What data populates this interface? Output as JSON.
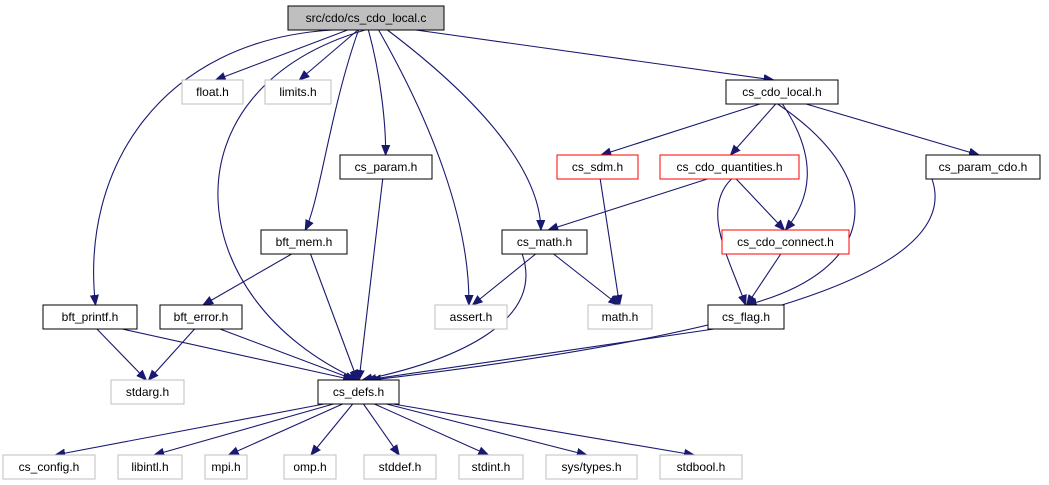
{
  "colors": {
    "edge": "#191970",
    "border_normal": "#000000",
    "border_gray": "#bfbfbf",
    "border_red": "#ff0000",
    "fill_root": "#bfbfbf",
    "fill_normal": "#ffffff"
  },
  "nodes": {
    "root": {
      "label": "src/cdo/cs_cdo_local.c",
      "kind": "root"
    },
    "float_h": {
      "label": "float.h",
      "kind": "gray"
    },
    "limits_h": {
      "label": "limits.h",
      "kind": "gray"
    },
    "cs_cdo_local_h": {
      "label": "cs_cdo_local.h",
      "kind": "normal"
    },
    "cs_param_h": {
      "label": "cs_param.h",
      "kind": "normal"
    },
    "cs_sdm_h": {
      "label": "cs_sdm.h",
      "kind": "red"
    },
    "cs_cdo_quantities_h": {
      "label": "cs_cdo_quantities.h",
      "kind": "red"
    },
    "cs_param_cdo_h": {
      "label": "cs_param_cdo.h",
      "kind": "normal"
    },
    "bft_mem_h": {
      "label": "bft_mem.h",
      "kind": "normal"
    },
    "cs_math_h": {
      "label": "cs_math.h",
      "kind": "normal"
    },
    "cs_cdo_connect_h": {
      "label": "cs_cdo_connect.h",
      "kind": "red"
    },
    "bft_printf_h": {
      "label": "bft_printf.h",
      "kind": "normal"
    },
    "bft_error_h": {
      "label": "bft_error.h",
      "kind": "normal"
    },
    "assert_h": {
      "label": "assert.h",
      "kind": "gray"
    },
    "math_h": {
      "label": "math.h",
      "kind": "gray"
    },
    "cs_flag_h": {
      "label": "cs_flag.h",
      "kind": "normal"
    },
    "stdarg_h": {
      "label": "stdarg.h",
      "kind": "gray"
    },
    "cs_defs_h": {
      "label": "cs_defs.h",
      "kind": "normal"
    },
    "cs_config_h": {
      "label": "cs_config.h",
      "kind": "gray"
    },
    "libintl_h": {
      "label": "libintl.h",
      "kind": "gray"
    },
    "mpi_h": {
      "label": "mpi.h",
      "kind": "gray"
    },
    "omp_h": {
      "label": "omp.h",
      "kind": "gray"
    },
    "stddef_h": {
      "label": "stddef.h",
      "kind": "gray"
    },
    "stdint_h": {
      "label": "stdint.h",
      "kind": "gray"
    },
    "sys_types_h": {
      "label": "sys/types.h",
      "kind": "gray"
    },
    "stdbool_h": {
      "label": "stdbool.h",
      "kind": "gray"
    }
  },
  "edges": [
    [
      "root",
      "float_h"
    ],
    [
      "root",
      "limits_h"
    ],
    [
      "root",
      "cs_cdo_local_h"
    ],
    [
      "root",
      "cs_param_h"
    ],
    [
      "root",
      "bft_mem_h"
    ],
    [
      "root",
      "cs_math_h"
    ],
    [
      "root",
      "assert_h"
    ],
    [
      "root",
      "bft_printf_h"
    ],
    [
      "root",
      "cs_defs_h"
    ],
    [
      "cs_cdo_local_h",
      "cs_sdm_h"
    ],
    [
      "cs_cdo_local_h",
      "cs_cdo_quantities_h"
    ],
    [
      "cs_cdo_local_h",
      "cs_param_cdo_h"
    ],
    [
      "cs_cdo_local_h",
      "cs_cdo_connect_h"
    ],
    [
      "cs_cdo_local_h",
      "cs_flag_h"
    ],
    [
      "cs_sdm_h",
      "math_h"
    ],
    [
      "cs_cdo_quantities_h",
      "cs_math_h"
    ],
    [
      "cs_cdo_quantities_h",
      "cs_cdo_connect_h"
    ],
    [
      "cs_cdo_quantities_h",
      "cs_flag_h"
    ],
    [
      "cs_param_cdo_h",
      "cs_defs_h"
    ],
    [
      "cs_param_h",
      "cs_defs_h"
    ],
    [
      "bft_mem_h",
      "bft_error_h"
    ],
    [
      "bft_mem_h",
      "cs_defs_h"
    ],
    [
      "cs_math_h",
      "assert_h"
    ],
    [
      "cs_math_h",
      "math_h"
    ],
    [
      "cs_math_h",
      "cs_defs_h"
    ],
    [
      "cs_cdo_connect_h",
      "cs_flag_h"
    ],
    [
      "cs_flag_h",
      "cs_defs_h"
    ],
    [
      "bft_printf_h",
      "stdarg_h"
    ],
    [
      "bft_printf_h",
      "cs_defs_h"
    ],
    [
      "bft_error_h",
      "stdarg_h"
    ],
    [
      "bft_error_h",
      "cs_defs_h"
    ],
    [
      "cs_defs_h",
      "cs_config_h"
    ],
    [
      "cs_defs_h",
      "libintl_h"
    ],
    [
      "cs_defs_h",
      "mpi_h"
    ],
    [
      "cs_defs_h",
      "omp_h"
    ],
    [
      "cs_defs_h",
      "stddef_h"
    ],
    [
      "cs_defs_h",
      "stdint_h"
    ],
    [
      "cs_defs_h",
      "sys_types_h"
    ],
    [
      "cs_defs_h",
      "stdbool_h"
    ]
  ]
}
